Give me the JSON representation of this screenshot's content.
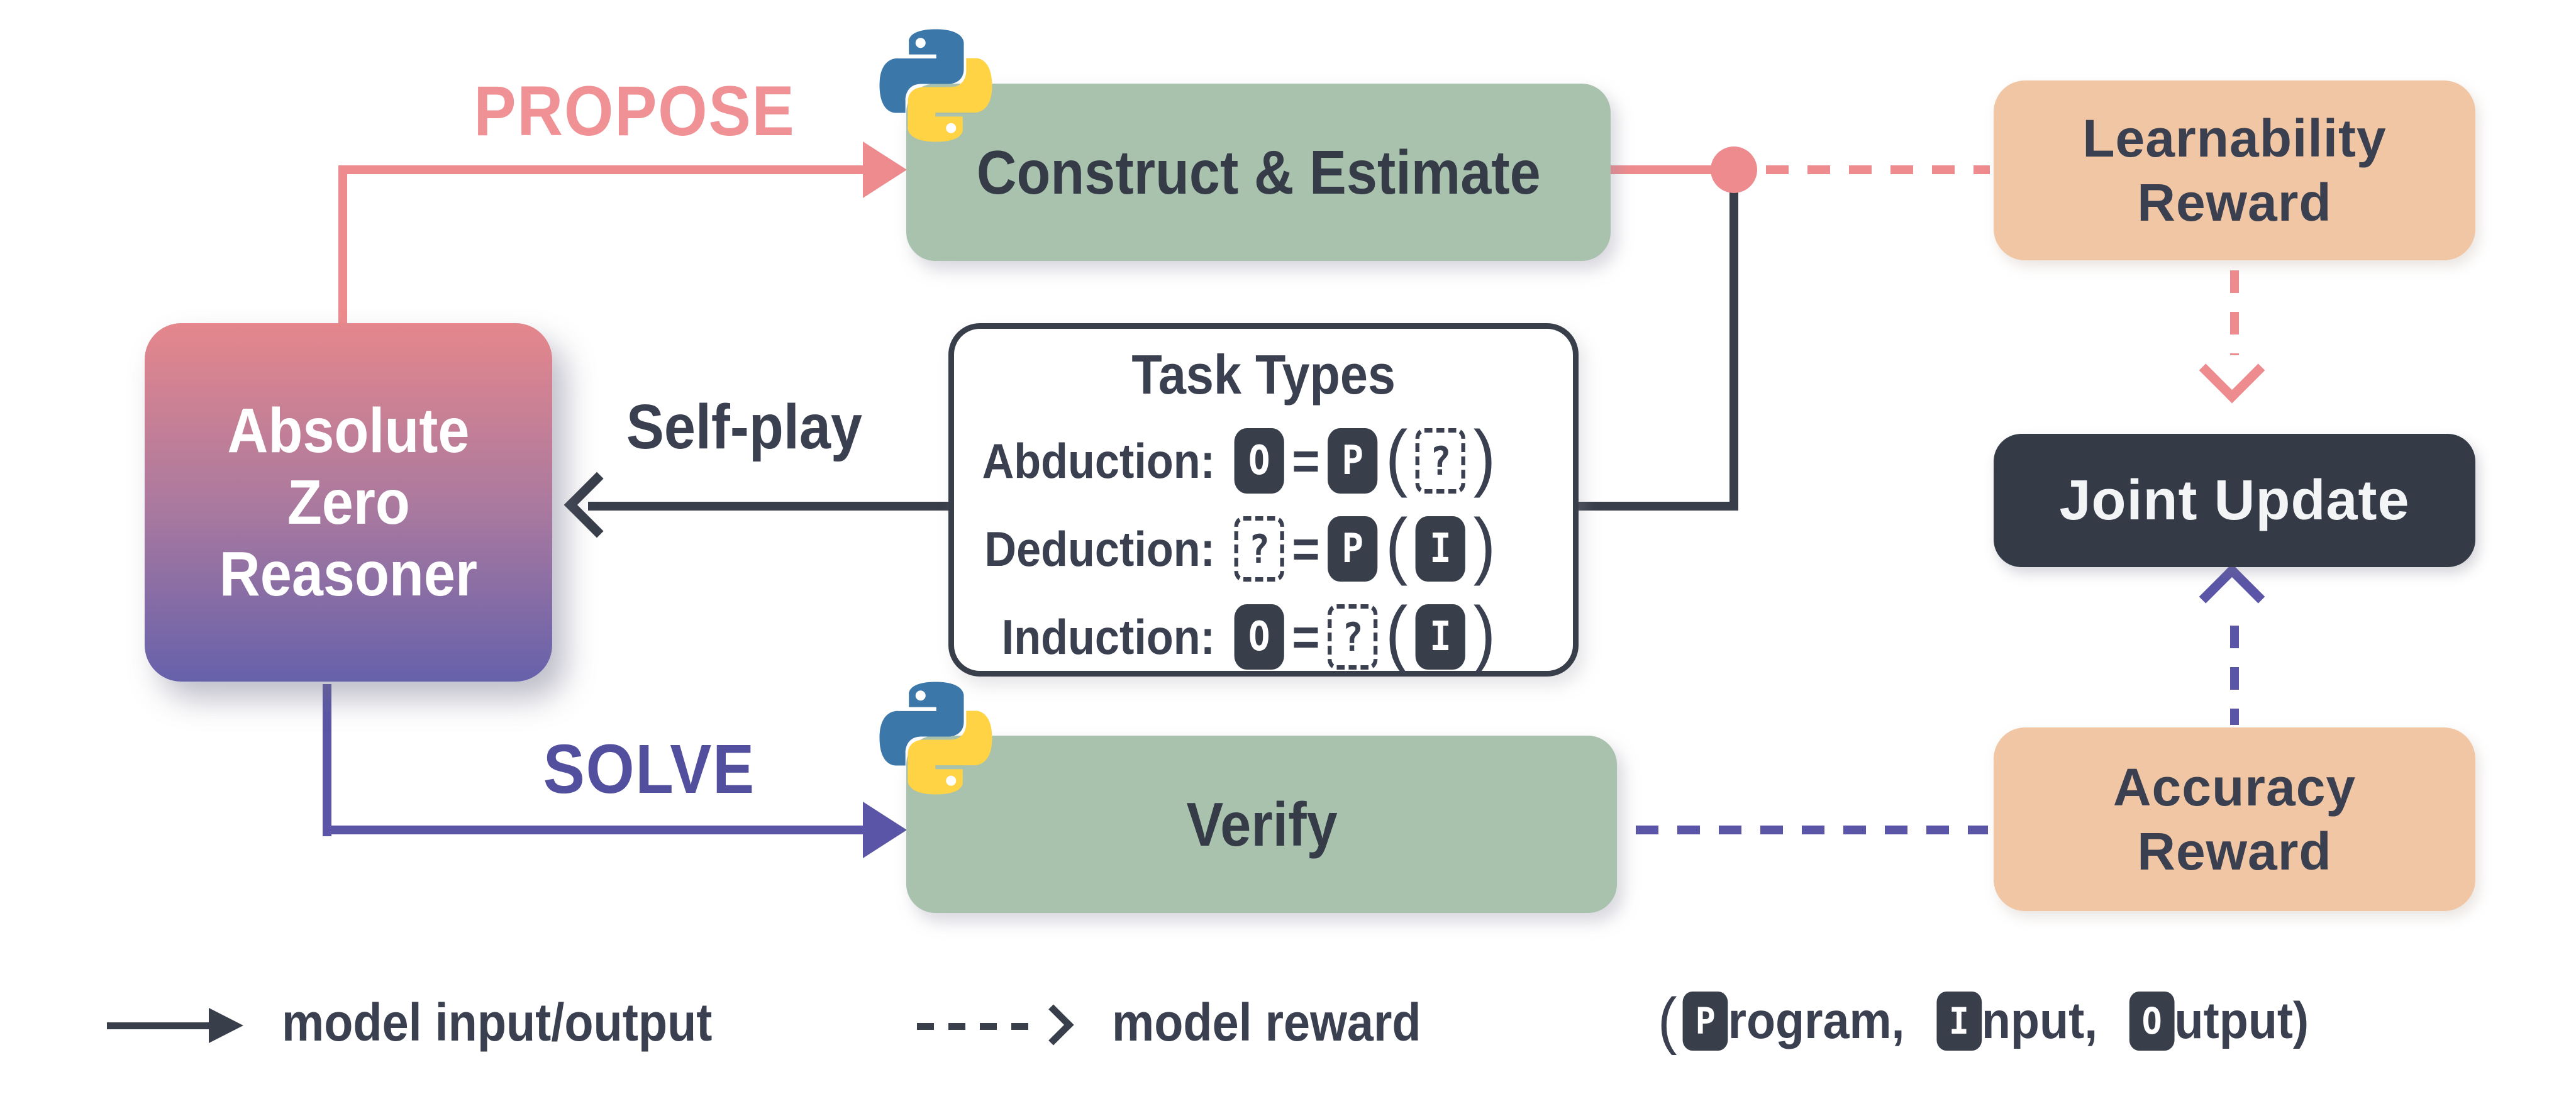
{
  "diagram_title": "Absolute Zero Reasoner self-play loop",
  "colors": {
    "coral": "#ee8b8e",
    "purple": "#5a55a6",
    "sage_green": "#a9c2ae",
    "peach": "#f0c6a4",
    "dark_navy": "#383e4a",
    "reasoner_gradient_top": "#e5878c",
    "reasoner_gradient_bottom": "#6661ab",
    "python_blue": "#3b77a8",
    "python_yellow": "#ffd343"
  },
  "reasoner": {
    "line1": "Absolute",
    "line2": "Zero",
    "line3": "Reasoner"
  },
  "propose_label": "PROPOSE",
  "solve_label": "SOLVE",
  "self_play_label": "Self-play",
  "construct_label": "Construct & Estimate",
  "verify_label": "Verify",
  "task_types": {
    "title": "Task Types",
    "rows": [
      {
        "label": "Abduction:",
        "lhs": "O",
        "eq": "=",
        "mid": "P",
        "open": "(",
        "arg": "?",
        "close": ")"
      },
      {
        "label": "Deduction:",
        "lhs": "?",
        "eq": "=",
        "mid": "P",
        "open": "(",
        "arg": "I",
        "close": ")"
      },
      {
        "label": "Induction:",
        "lhs": "O",
        "eq": "=",
        "mid": "?",
        "open": "(",
        "arg": "I",
        "close": ")"
      }
    ]
  },
  "learnability_reward": {
    "line1": "Learnability",
    "line2": "Reward"
  },
  "joint_update_label": "Joint Update",
  "accuracy_reward": {
    "line1": "Accuracy",
    "line2": "Reward"
  },
  "legend": {
    "model_io": "model input/output",
    "model_reward": "model reward",
    "paren_open": "(",
    "program_badge": "P",
    "program_rest": "rogram,",
    "input_badge": "I",
    "input_rest": "nput,",
    "output_badge": "O",
    "output_rest": "utput)"
  },
  "icons": {
    "python": "python-icon"
  }
}
